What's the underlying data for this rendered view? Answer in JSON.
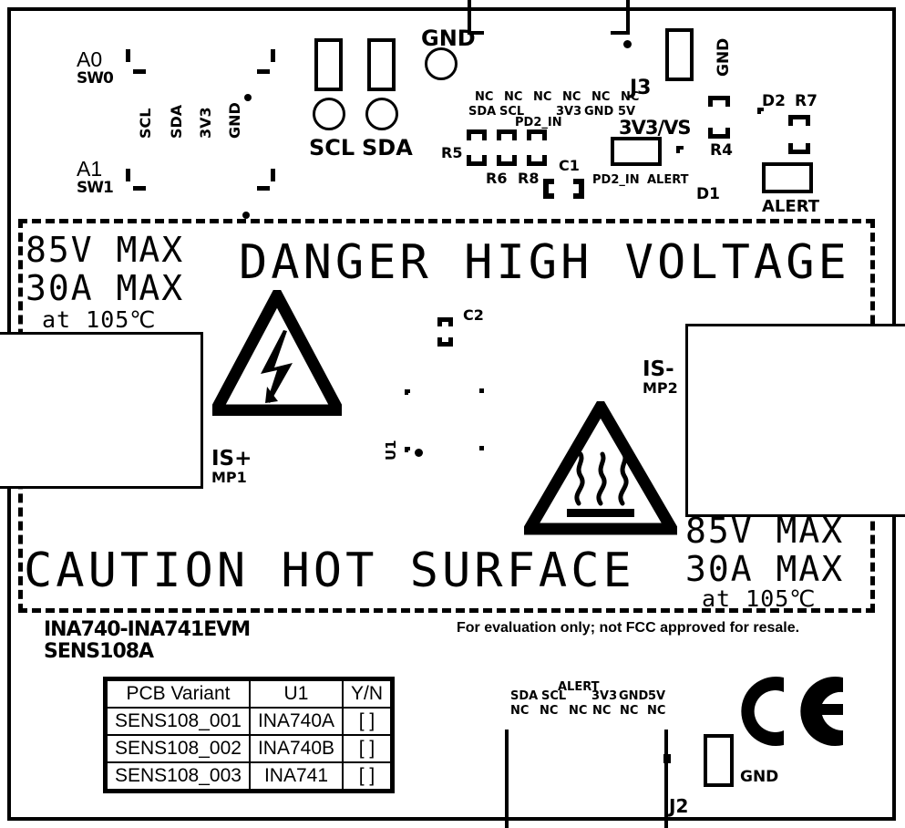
{
  "board": {
    "title": "INA740-INA741EVM",
    "revision": "SENS108A",
    "fcc_notice": "For evaluation only; not FCC approved for resale.",
    "ce_mark": "CE"
  },
  "hazard": {
    "danger_text": "DANGER HIGH VOLTAGE",
    "caution_text": "CAUTION HOT SURFACE",
    "left_ratings": {
      "voltage": "85V MAX",
      "current": "30A MAX",
      "temperature": "at 105℃"
    },
    "right_ratings": {
      "voltage": "85V MAX",
      "current": "30A MAX",
      "temperature": "at 105℃"
    },
    "electric_symbol": "high-voltage-triangle-icon",
    "hot_symbol": "hot-surface-triangle-icon"
  },
  "switches": [
    {
      "addr": "A0",
      "ref": "SW0"
    },
    {
      "addr": "A1",
      "ref": "SW1"
    }
  ],
  "switch_signals": [
    "SCL",
    "SDA",
    "3V3",
    "GND"
  ],
  "testpoints": [
    {
      "label": "SCL"
    },
    {
      "label": "SDA"
    },
    {
      "label": "GND"
    },
    {
      "label": "GND"
    }
  ],
  "j3": {
    "ref": "J3",
    "gnd_label": "GND",
    "pin_nc": [
      "NC",
      "NC",
      "NC",
      "NC",
      "NC",
      "NC"
    ],
    "pin_names": [
      "SDA",
      "SCL",
      "PD2_IN",
      "3V3",
      "GND",
      "5V"
    ]
  },
  "j2": {
    "ref": "J2",
    "gnd_label": "GND",
    "pin_names": [
      "SDA",
      "SCL",
      "ALERT",
      "3V3",
      "GND",
      "5V"
    ],
    "pin_nc": [
      "NC",
      "NC",
      "NC",
      "NC",
      "NC",
      "NC"
    ]
  },
  "jumper": {
    "label": "3V3/VS",
    "left_option": "PD2_IN",
    "right_option": "ALERT"
  },
  "refdes": {
    "r4": "R4",
    "r5": "R5",
    "r6": "R6",
    "r7": "R7",
    "r8": "R8",
    "c1": "C1",
    "c2": "C2",
    "d1": "D1",
    "d2": "D2",
    "u1": "U1",
    "alert_led": "ALERT"
  },
  "terminals": [
    {
      "signal": "IS+",
      "ref": "MP1"
    },
    {
      "signal": "IS-",
      "ref": "MP2"
    }
  ],
  "variant_table": {
    "headers": [
      "PCB Variant",
      "U1",
      "Y/N"
    ],
    "rows": [
      {
        "variant": "SENS108_001",
        "u1": "INA740A",
        "yn": "[  ]"
      },
      {
        "variant": "SENS108_002",
        "u1": "INA740B",
        "yn": "[  ]"
      },
      {
        "variant": "SENS108_003",
        "u1": "INA741",
        "yn": "[  ]"
      }
    ]
  },
  "colors": {
    "silk": "#000000",
    "substrate": "#ffffff"
  }
}
